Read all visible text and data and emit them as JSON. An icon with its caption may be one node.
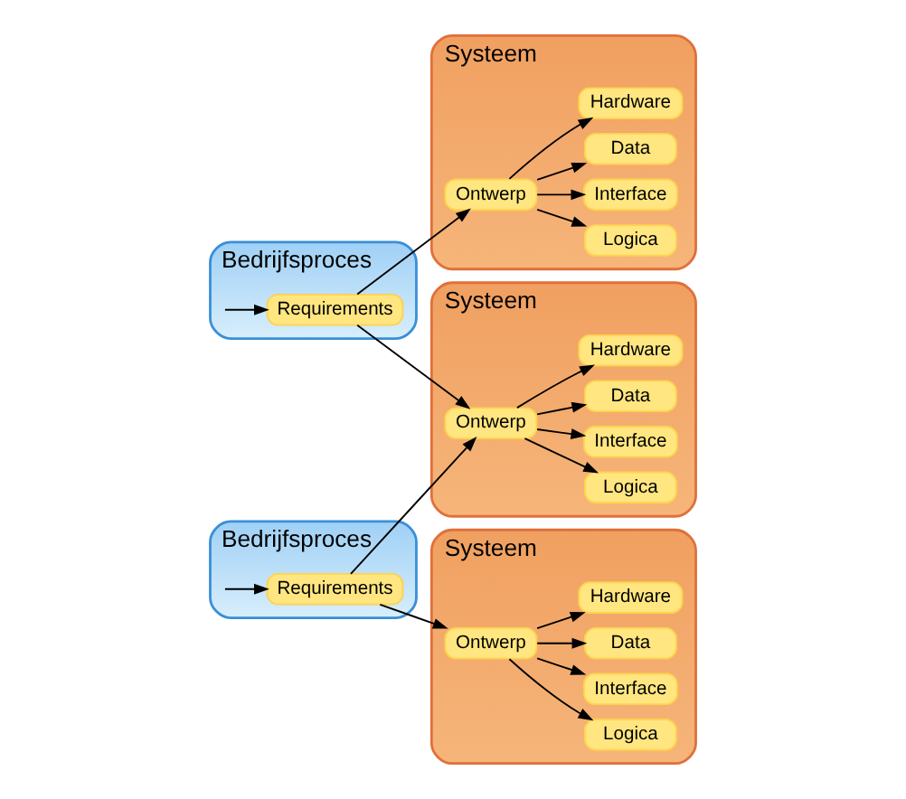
{
  "diagram": {
    "nodes": [
      {
        "text": [
          "Bedrijfsproces"
        ]
      },
      {
        "text": [
          "Requirements"
        ],
        "in": 0
      },
      {
        "text": [
          "Bedrijfsproces"
        ]
      },
      {
        "text": [
          "Requirements"
        ],
        "in": 2
      },
      {
        "text": [
          "Systeem"
        ]
      },
      {
        "text": [
          "Ontwerp"
        ],
        "in": 4
      },
      {
        "text": [
          "Logica"
        ],
        "in": 4
      },
      {
        "text": [
          "Interface"
        ],
        "in": 4
      },
      {
        "text": [
          "Data"
        ],
        "in": 4
      },
      {
        "text": [
          "Hardware"
        ],
        "in": 4
      },
      {
        "text": [
          "Systeem"
        ]
      },
      {
        "text": [
          "Ontwerp"
        ],
        "in": 10
      },
      {
        "text": [
          "Logica"
        ],
        "in": 10
      },
      {
        "text": [
          "Interface"
        ],
        "in": 10
      },
      {
        "text": [
          "Data"
        ],
        "in": 10
      },
      {
        "text": [
          "Hardware"
        ],
        "in": 10
      },
      {
        "text": [
          "Systeem"
        ]
      },
      {
        "text": [
          "Ontwerp"
        ],
        "in": 16
      },
      {
        "text": [
          "Logica"
        ],
        "in": 16
      },
      {
        "text": [
          "Interface"
        ],
        "in": 16
      },
      {
        "text": [
          "Data"
        ],
        "in": 16
      },
      {
        "text": [
          "Hardware"
        ],
        "in": 16
      }
    ],
    "edges": [
      {
        "from": 0,
        "to": 1,
        "arrow": "to"
      },
      {
        "from": 2,
        "to": 3,
        "arrow": "to"
      },
      {
        "from": 1,
        "to": 5,
        "arrow": "to"
      },
      {
        "from": 1,
        "to": 17,
        "arrow": "to"
      },
      {
        "from": 3,
        "to": 11,
        "arrow": "to"
      },
      {
        "from": 3,
        "to": 17,
        "arrow": "to"
      },
      {
        "from": 5,
        "to": 6,
        "arrow": "to"
      },
      {
        "from": 5,
        "to": 7,
        "arrow": "to"
      },
      {
        "from": 5,
        "to": 8,
        "arrow": "to"
      },
      {
        "from": 5,
        "to": 9,
        "arrow": "to"
      },
      {
        "from": 11,
        "to": 12,
        "arrow": "to"
      },
      {
        "from": 11,
        "to": 13,
        "arrow": "to"
      },
      {
        "from": 11,
        "to": 14,
        "arrow": "to"
      },
      {
        "from": 11,
        "to": 15,
        "arrow": "to"
      },
      {
        "from": 17,
        "to": 18,
        "arrow": "to"
      },
      {
        "from": 17,
        "to": 19,
        "arrow": "to"
      },
      {
        "from": 17,
        "to": 20,
        "arrow": "to"
      },
      {
        "from": 17,
        "to": 21,
        "arrow": "to"
      }
    ]
  }
}
